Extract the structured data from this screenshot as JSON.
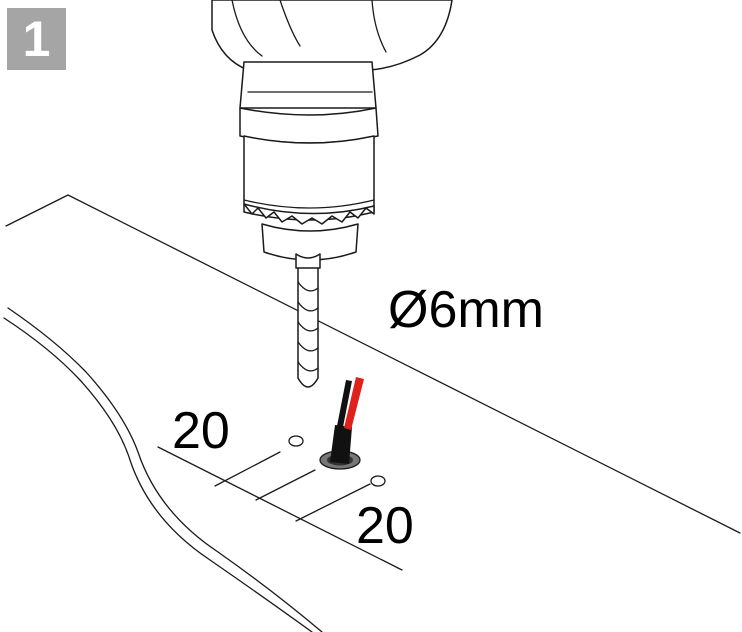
{
  "step": {
    "number": "1"
  },
  "dimensions": {
    "diameter": "Ø6mm",
    "offset_left": "20",
    "offset_right": "20"
  },
  "colors": {
    "badge": "#a5a5a5",
    "wire_red": "#e0201b",
    "wire_black": "#111111",
    "line": "#1a1a1a"
  },
  "icons": {
    "tool": "power-drill-icon",
    "bit": "drill-bit-icon",
    "cable": "cable-icon"
  }
}
